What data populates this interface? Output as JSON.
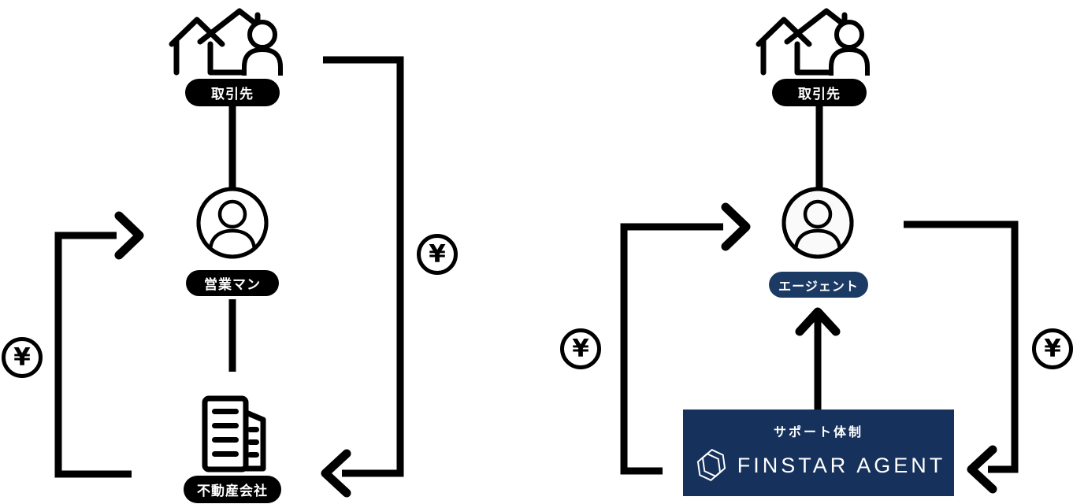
{
  "colors": {
    "ink": "#000000",
    "navy": "#16325c",
    "navy_pill": "#1b3a64",
    "bg": "#ffffff"
  },
  "left": {
    "client_label": "取引先",
    "salesman_label": "営業マン",
    "company_label": "不動産会社",
    "yen": "¥"
  },
  "right": {
    "client_label": "取引先",
    "agent_label": "エージェント",
    "support_title": "サポート体制",
    "brand": "FINSTAR AGENT",
    "yen": "¥"
  },
  "icons": {
    "client": "houses-with-person",
    "salesman": "person-in-circle",
    "agent": "person-in-circle",
    "company": "office-buildings",
    "money": "yen-circle",
    "brand_logo": "double-hexagon"
  }
}
